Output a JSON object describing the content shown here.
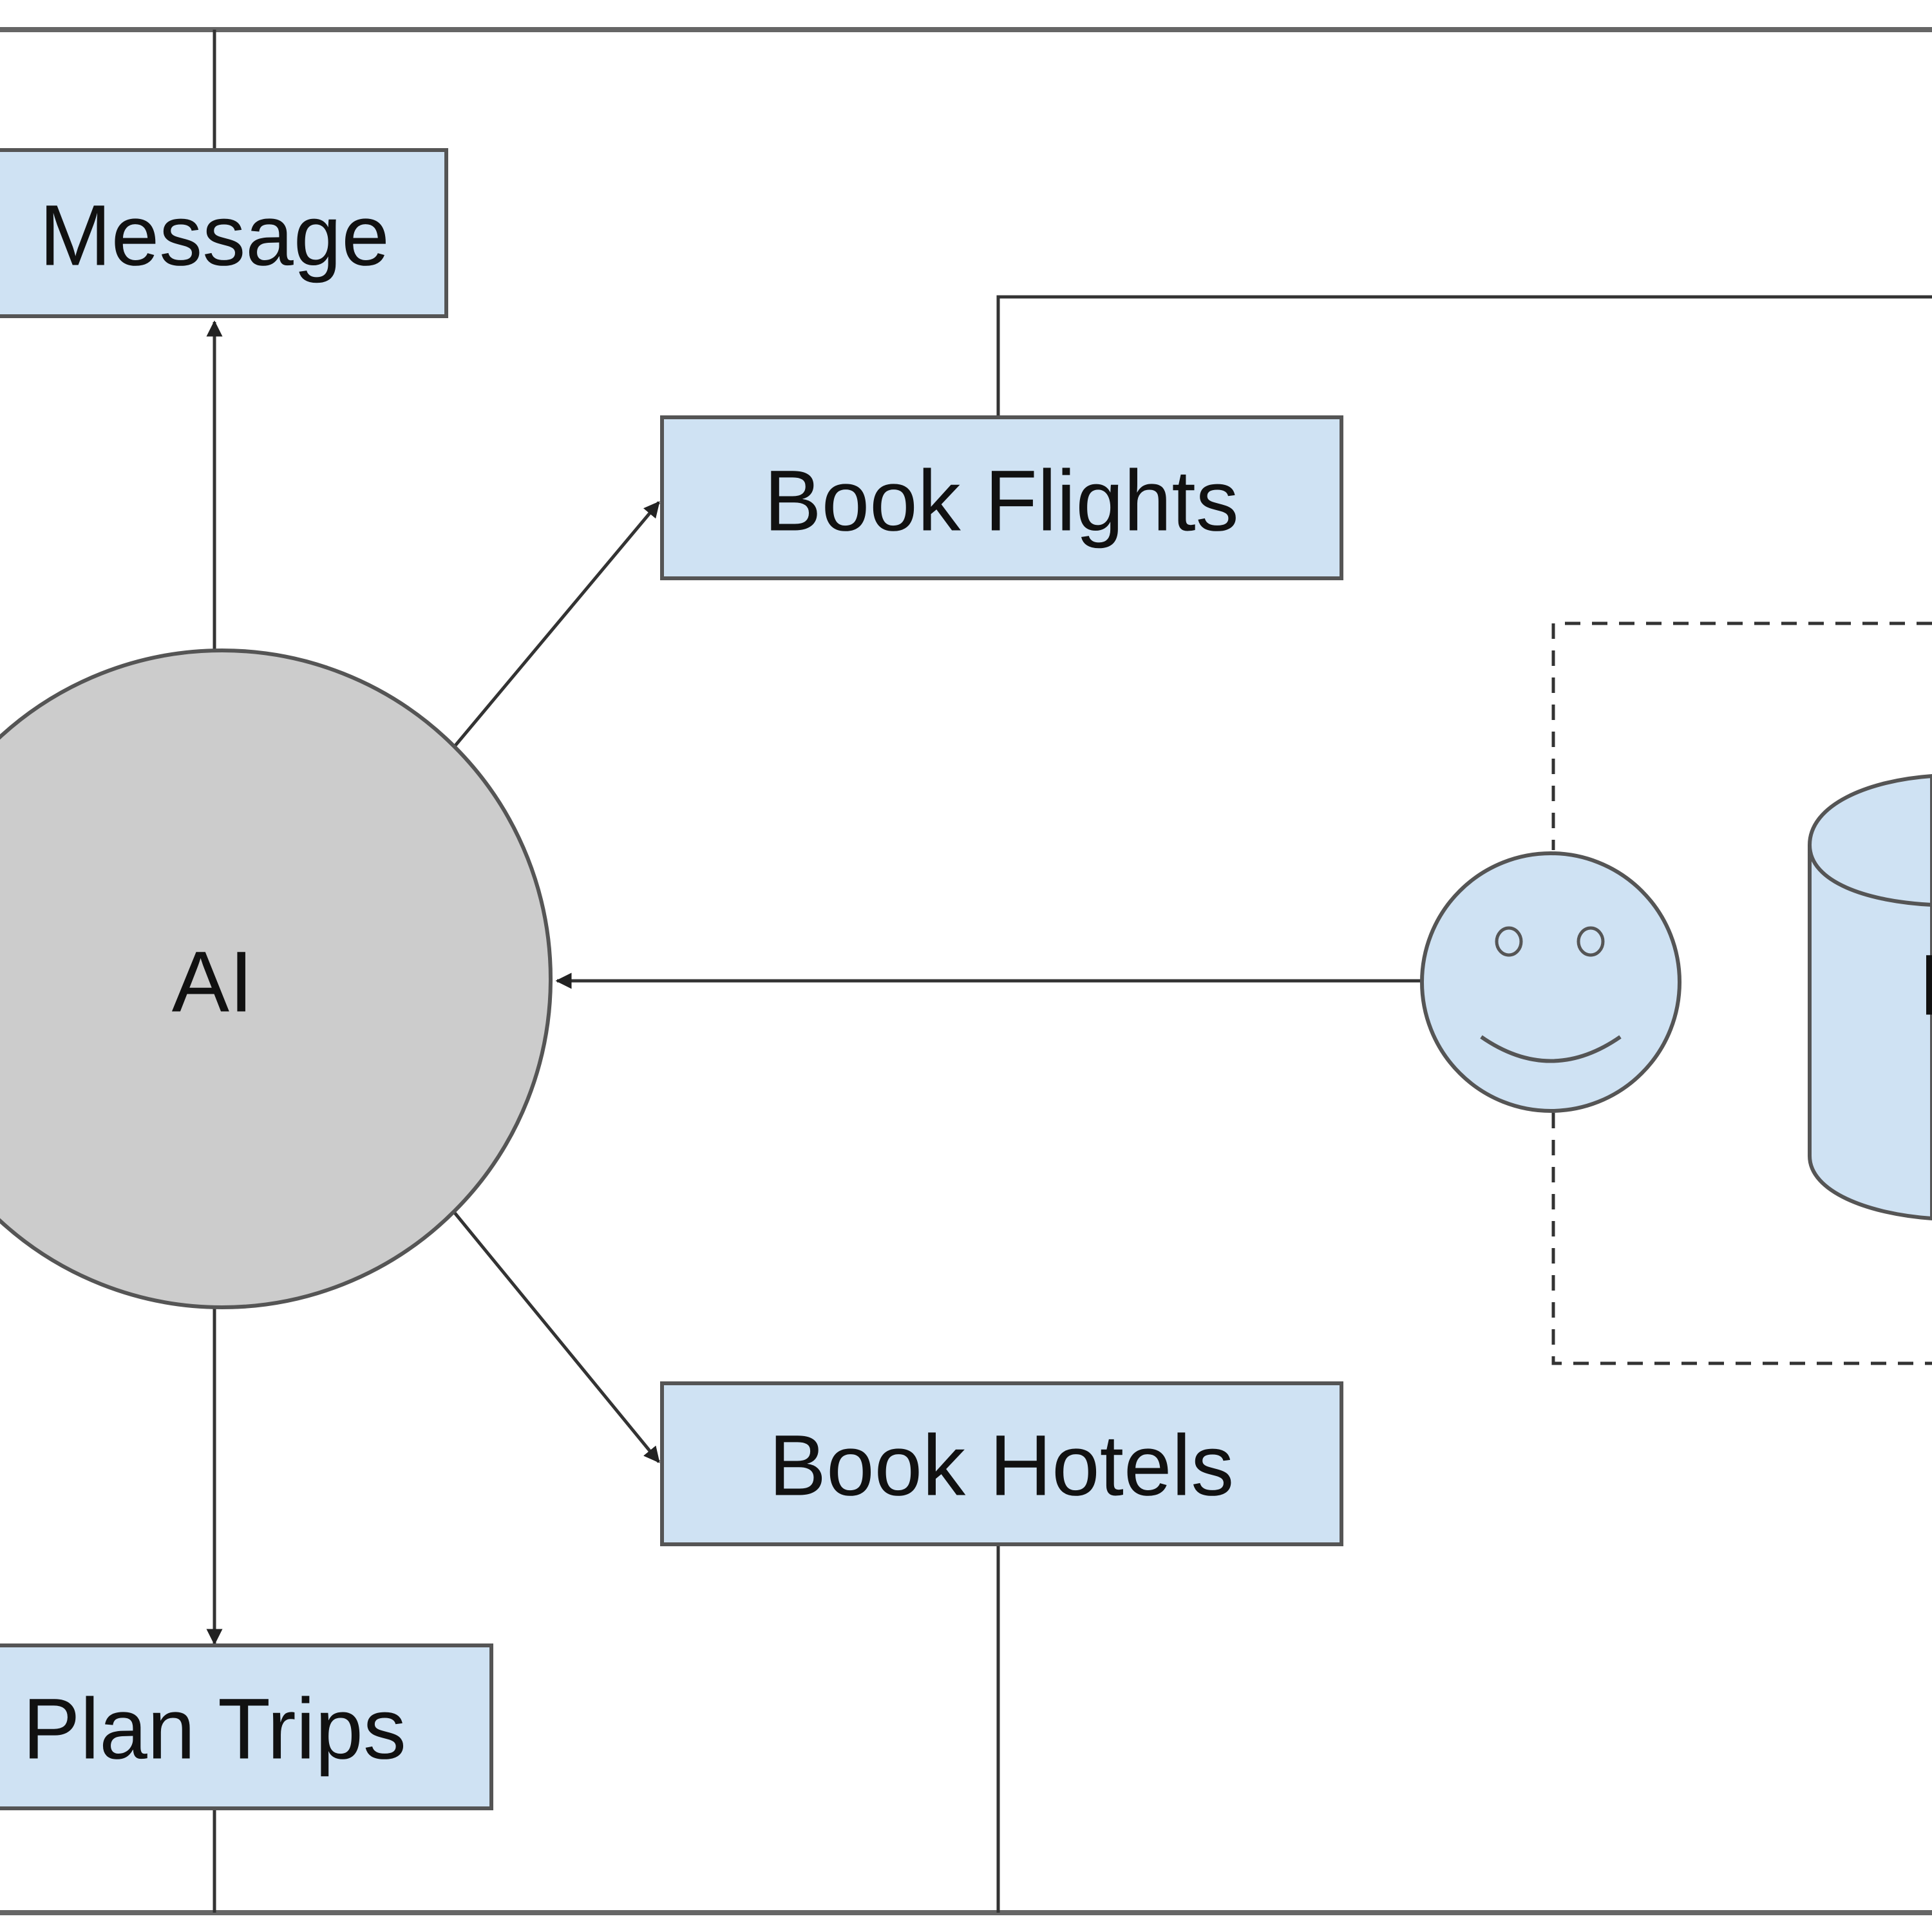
{
  "colors": {
    "box_fill": "#cfe2f3",
    "circle_fill": "#cccccc",
    "stroke": "#555555"
  },
  "nodes": {
    "message": "Message",
    "book_flights": "Book Flights",
    "ai": "AI",
    "book_hotels": "Book Hotels",
    "plan_trips": "Plan Trips",
    "datastore_partial": "P"
  },
  "icons": {
    "user": "smiley-face-icon",
    "database": "cylinder-database-icon"
  }
}
